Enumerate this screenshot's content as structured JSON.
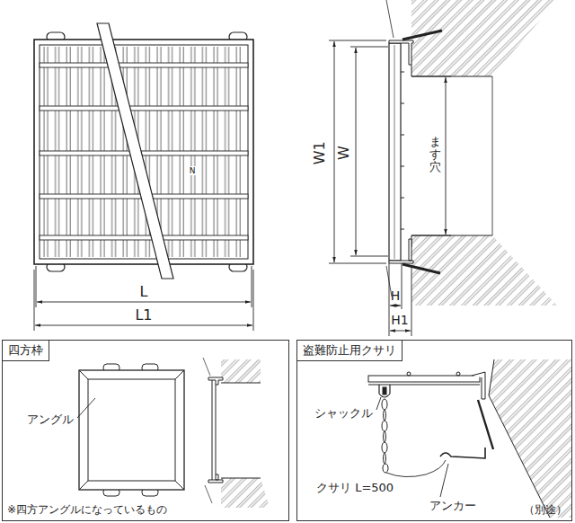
{
  "diagram": {
    "nodes": [
      {
        "text": [
          "四方枠"
        ]
      },
      {
        "text": [
          "盗難防止用クサリ"
        ]
      }
    ],
    "labels": [
      "L",
      "L1",
      "W1",
      "W",
      "ます穴",
      "H",
      "H1",
      "N",
      "アングル",
      "※四方アングルになっているもの",
      "シャックル",
      "クサリ L=500",
      "アンカー",
      "（別途）"
    ]
  }
}
